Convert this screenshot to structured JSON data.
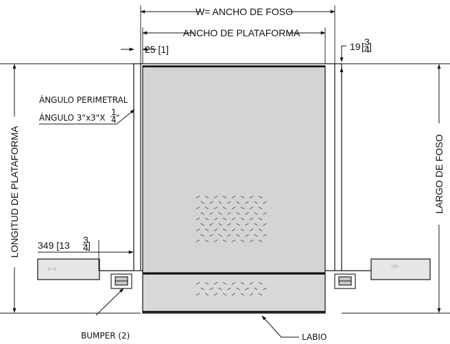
{
  "dimensions": {
    "pit_width": "W= ANCHO DE FOSO",
    "platform_width": "ANCHO DE PLATAFORMA",
    "gap_left": "25 [1]",
    "gap_right_value": "19",
    "gap_right_fraction_num": "3",
    "gap_right_fraction_den": "4",
    "bumper_offset_value": "349 [13",
    "bumper_offset_fraction_num": "3",
    "bumper_offset_fraction_den": "4",
    "bumper_offset_close": "]",
    "platform_length": "LONGITUD DE PLATAFORMA",
    "pit_length": "LARGO DE FOSO"
  },
  "callouts": {
    "perimeter_angle": "ÁNGULO PERIMETRAL",
    "angle_size_prefix": "ÁNGULO 3\"x3\"X",
    "angle_size_fraction_num": "1",
    "angle_size_fraction_den": "4",
    "angle_size_suffix": "\"",
    "bumper": "BUMPER (2)",
    "lip": "LABIO"
  },
  "colors": {
    "deck_fill": "#d4d4d4",
    "lip_fill": "#d9d9d9",
    "concrete_fill": "#e6e6e6",
    "line": "#111111"
  }
}
